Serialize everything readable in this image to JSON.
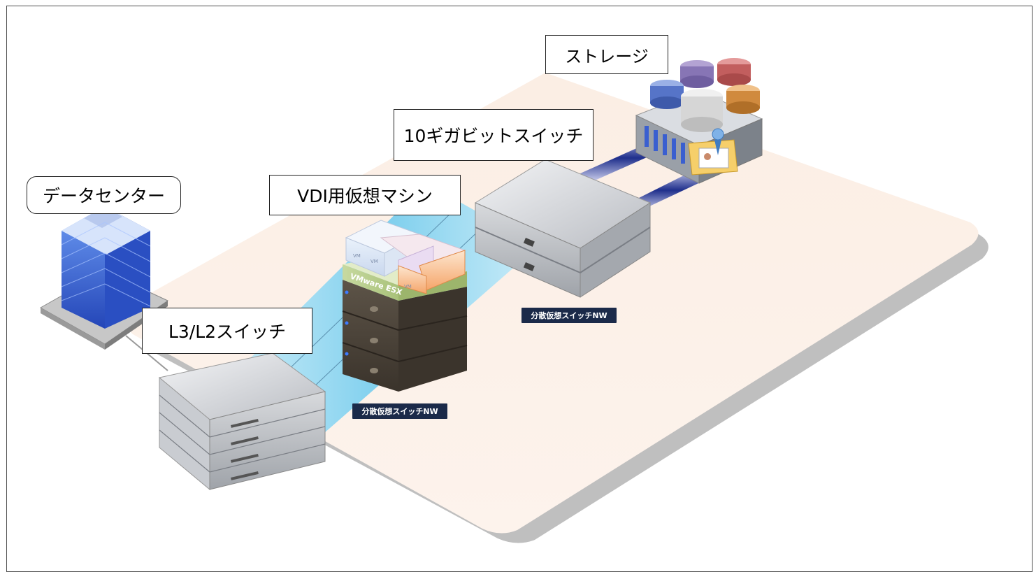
{
  "labels": {
    "storage": "ストレージ",
    "ten_gig_switch": "10ギガビットスイッチ",
    "datacenter": "データセンター",
    "vdi_vm": "VDI用仮想マシン",
    "l3l2_switch": "L3/L2スイッチ"
  },
  "network_tags": {
    "upper": "分散仮想スイッチNW",
    "lower": "分散仮想スイッチNW"
  },
  "vm_cube_text": "VM",
  "hypervisor_text": "VMware ESX",
  "icons": [
    "datacenter-building-icon",
    "storage-databases-icon",
    "folder-contact-icon",
    "server-rack-icon",
    "network-switch-icon"
  ],
  "colors": {
    "platform": "#fdf0e6",
    "platform_shadow": "#bdbdbd",
    "network_band": "#7fd1f0",
    "tag_bg": "#1b2a49",
    "building": "#3a6fe0",
    "server_dark": "#4a4237"
  }
}
